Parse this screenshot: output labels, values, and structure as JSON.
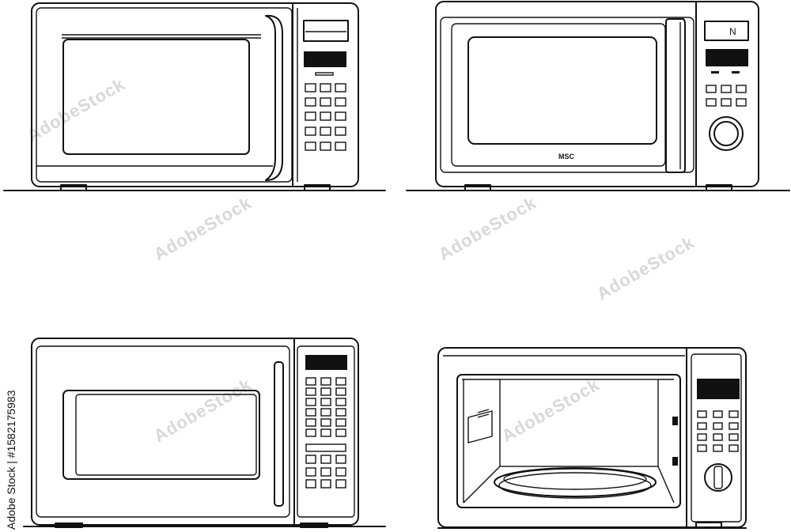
{
  "stock_id_text": "Adobe Stock | #1582175983",
  "brand_text": "MSC",
  "display_text": "N",
  "watermark_text": "AdobeStock",
  "colors": {
    "line": "#111111",
    "background": "#ffffff",
    "watermark": "#d8d8d8"
  },
  "illustrations": [
    "microwave-keypad-open-window",
    "microwave-dial-handle",
    "microwave-tall-keypad",
    "microwave-door-open"
  ]
}
